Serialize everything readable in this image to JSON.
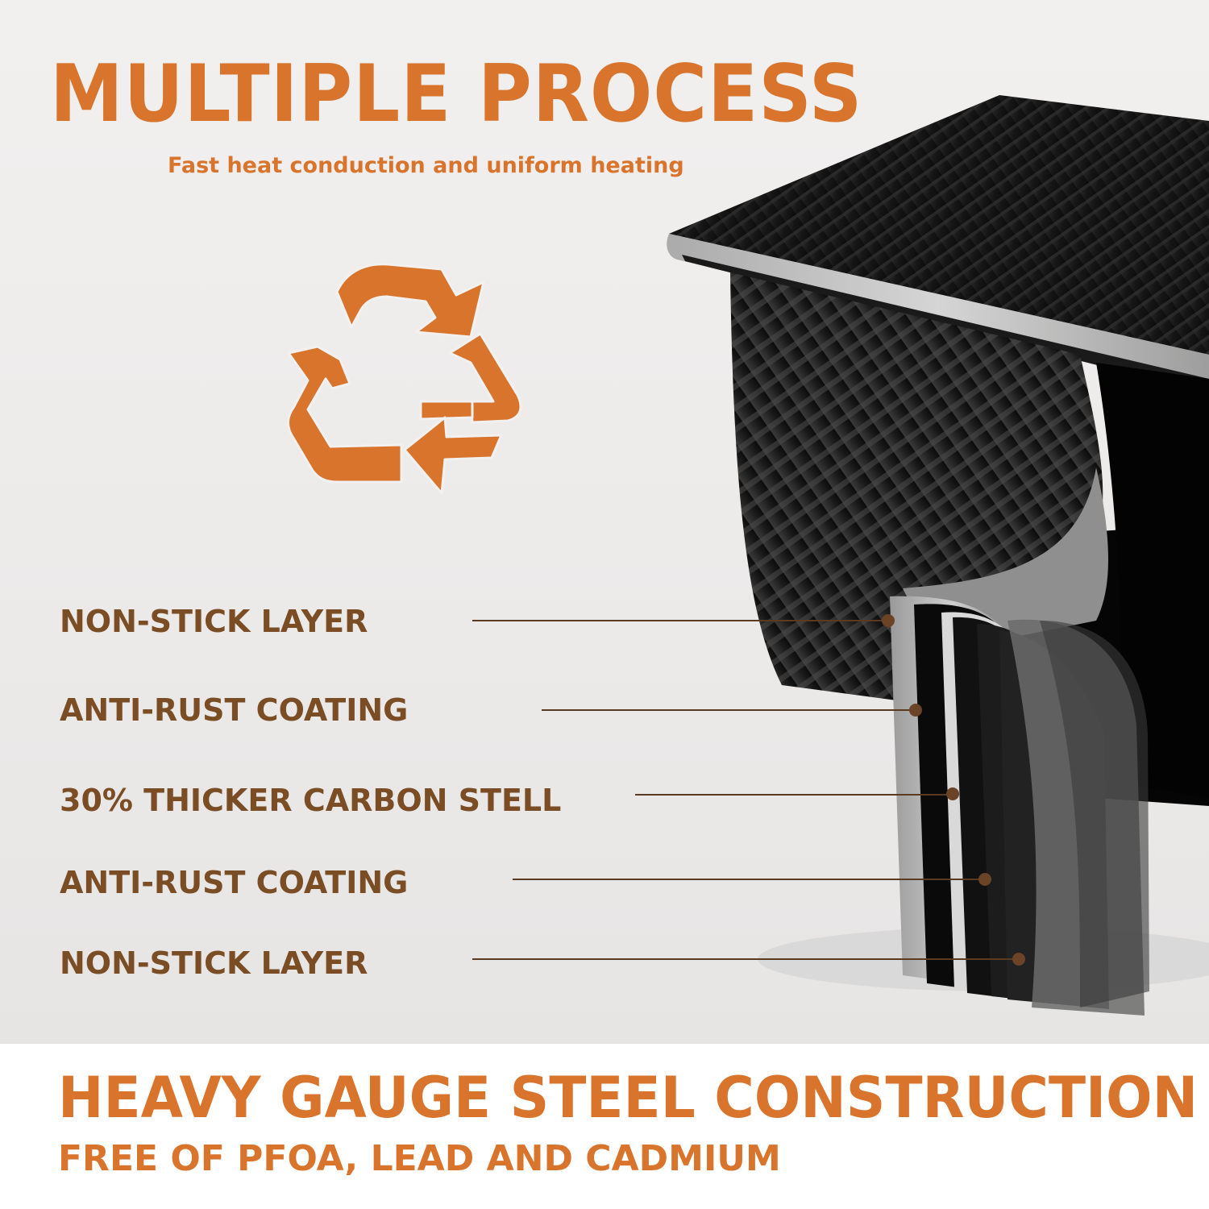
{
  "header": {
    "title": "MULTIPLE PROCESS",
    "subtitle": "Fast heat conduction and uniform heating"
  },
  "icons": {
    "recycle": "recycle-icon",
    "product": "bread-loaf-pan-cross-section"
  },
  "layers": [
    {
      "label": "NON-STICK LAYER"
    },
    {
      "label": "ANTI-RUST COATING"
    },
    {
      "label": "30% THICKER CARBON STELL"
    },
    {
      "label": "ANTI-RUST COATING"
    },
    {
      "label": "NON-STICK LAYER"
    }
  ],
  "footer": {
    "title": "HEAVY GAUGE STEEL CONSTRUCTION",
    "subtitle": "FREE OF PFOA, LEAD AND CADMIUM"
  },
  "colors": {
    "accent": "#d9742c",
    "label": "#7a4d25",
    "pan": "#111111"
  }
}
